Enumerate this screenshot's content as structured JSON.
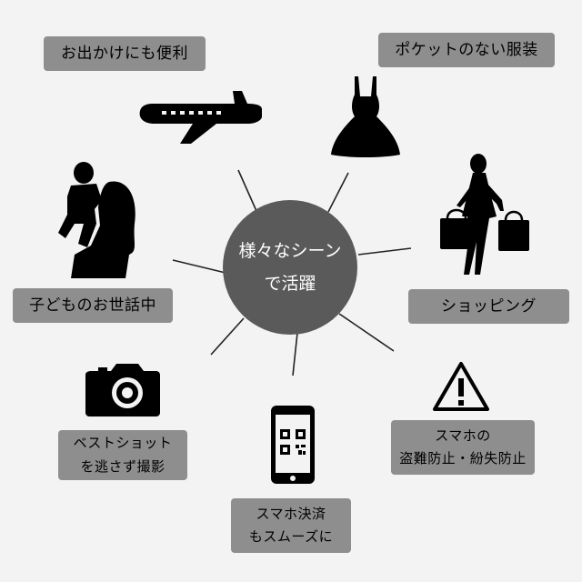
{
  "center": {
    "line1": "様々なシーン",
    "line2": "で活躍"
  },
  "scenes": {
    "travel": {
      "label": "お出かけにも便利",
      "icon": "airplane-icon"
    },
    "dress": {
      "label": "ポケットのない服装",
      "icon": "dress-icon"
    },
    "shopping": {
      "label": "ショッピング",
      "icon": "shopping-woman-icon"
    },
    "childcare": {
      "label": "子どものお世話中",
      "icon": "mother-child-icon"
    },
    "photo": {
      "line1": "ベストショット",
      "line2": "を逃さず撮影",
      "icon": "camera-icon"
    },
    "payment": {
      "line1": "スマホ決済",
      "line2": "もスムーズに",
      "icon": "smartphone-qr-icon"
    },
    "theft": {
      "line1": "スマホの",
      "line2": "盗難防止・紛失防止",
      "icon": "warning-icon"
    }
  },
  "colors": {
    "background": "#f3f3f3",
    "label_bg": "#8e8e8e",
    "circle_bg": "#5a5a5a",
    "icon": "#000000"
  }
}
